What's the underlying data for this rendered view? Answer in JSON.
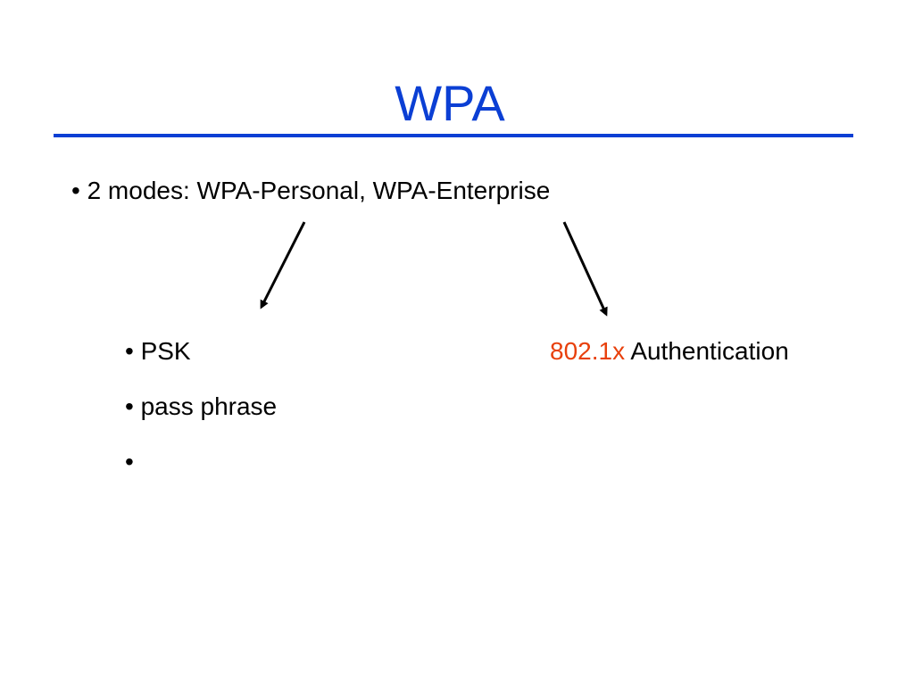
{
  "slide": {
    "title": "WPA",
    "title_color": "#0b3fd4",
    "accent_color": "#e8400c",
    "main_bullet": "• 2 modes:  WPA-Personal, WPA-Enterprise",
    "personal": {
      "items": [
        "• PSK",
        "• pass phrase",
        "•"
      ]
    },
    "enterprise": {
      "prefix": "802.1x",
      "suffix": " Authentication"
    },
    "arrows": [
      "arrow-to-personal",
      "arrow-to-enterprise"
    ]
  }
}
